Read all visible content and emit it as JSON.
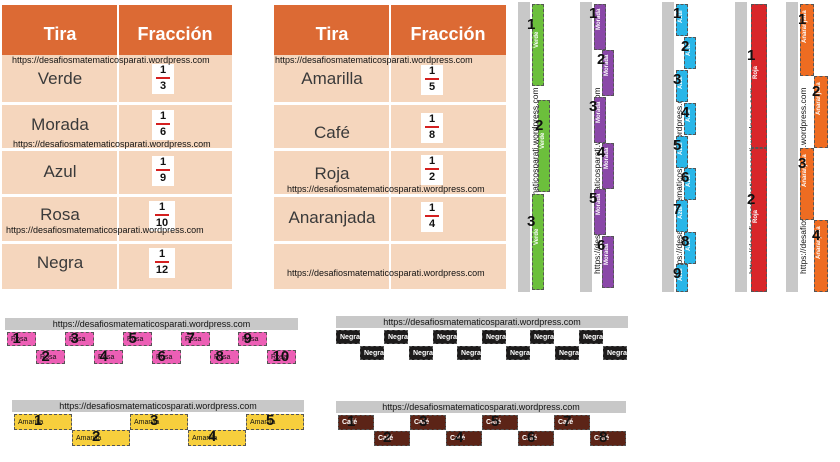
{
  "url": "https://desafiosmatematicosparati.wordpress.com",
  "table1": {
    "col_tira": "Tira",
    "col_fraccion": "Fracción",
    "rows": [
      {
        "name": "Verde",
        "num": "1",
        "den": "3"
      },
      {
        "name": "Morada",
        "num": "1",
        "den": "6"
      },
      {
        "name": "Azul",
        "num": "1",
        "den": "9"
      },
      {
        "name": "Rosa",
        "num": "1",
        "den": "10"
      },
      {
        "name": "Negra",
        "num": "1",
        "den": "12"
      }
    ]
  },
  "table2": {
    "col_tira": "Tira",
    "col_fraccion": "Fracción",
    "rows": [
      {
        "name": "Amarilla",
        "num": "1",
        "den": "5"
      },
      {
        "name": "Café",
        "num": "1",
        "den": "8"
      },
      {
        "name": "Roja",
        "num": "1",
        "den": "2"
      },
      {
        "name": "Anaranjada",
        "num": "1",
        "den": "4"
      },
      {
        "name": "",
        "num": "",
        "den": ""
      }
    ]
  },
  "colors": {
    "header": "#dc6a34",
    "row_bg": "#f5d6bd",
    "verde": "#6cbf3c",
    "morada": "#8a48a8",
    "azul": "#29b6e8",
    "roja": "#d8262a",
    "anaranjada": "#ee6c22",
    "rosa": "#ec5fb5",
    "negra": "#1d1b1b",
    "amarilla": "#f7cf3d",
    "cafe": "#5c2417"
  },
  "strips": {
    "verde": {
      "label": "Verde",
      "pieces": [
        "1",
        "2",
        "3"
      ]
    },
    "morada": {
      "label": "Morada",
      "pieces": [
        "1",
        "2",
        "3",
        "4",
        "5",
        "6"
      ]
    },
    "azul": {
      "label": "Azul",
      "pieces": [
        "1",
        "2",
        "3",
        "4",
        "5",
        "6",
        "7",
        "8",
        "9"
      ]
    },
    "roja": {
      "label": "Roja",
      "pieces": [
        "1",
        "2"
      ]
    },
    "anaranjada": {
      "label": "Anaranjada",
      "pieces": [
        "1",
        "2",
        "3",
        "4"
      ]
    },
    "rosa": {
      "label": "Rosa",
      "pieces": [
        "1",
        "2",
        "3",
        "4",
        "5",
        "6",
        "7",
        "8",
        "9",
        "10"
      ]
    },
    "negra": {
      "label": "Negra",
      "pieces": [
        "",
        "",
        "",
        "",
        "",
        "",
        "",
        "",
        "",
        "",
        "",
        ""
      ]
    },
    "amarilla": {
      "label": "Amarilla",
      "pieces": [
        "1",
        "2",
        "3",
        "4",
        "5"
      ]
    },
    "cafe": {
      "label": "Café",
      "pieces": [
        "1",
        "2",
        "3",
        "4",
        "5",
        "6",
        "7",
        "8"
      ]
    }
  }
}
